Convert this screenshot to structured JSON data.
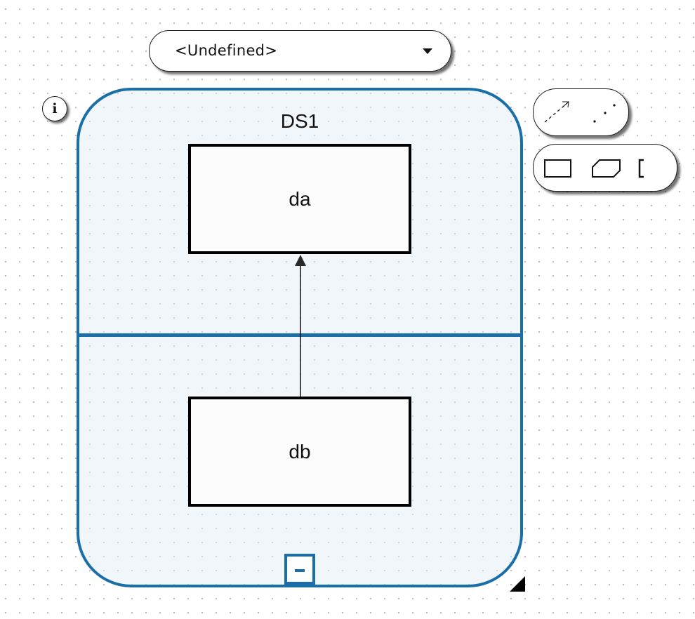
{
  "dropdown": {
    "value": "<Undefined>",
    "icon": "caret-down-icon"
  },
  "info_button": {
    "label": "i",
    "icon": "info-icon"
  },
  "connector_toolbar": {
    "tools": [
      {
        "name": "directed-connector",
        "icon": "dashed-arrow-icon"
      },
      {
        "name": "dotted-connector",
        "icon": "dotted-line-icon"
      }
    ]
  },
  "shape_toolbar": {
    "tools": [
      {
        "name": "rectangle",
        "icon": "rectangle-icon"
      },
      {
        "name": "chamfered-shape",
        "icon": "chamfered-rectangle-icon"
      },
      {
        "name": "bracket",
        "icon": "bracket-icon"
      }
    ]
  },
  "diagram": {
    "container": {
      "title": "DS1",
      "border_color": "#1b6fa8"
    },
    "blocks": [
      {
        "id": "da",
        "label": "da"
      },
      {
        "id": "db",
        "label": "db"
      }
    ],
    "connections": [
      {
        "from": "db",
        "to": "da"
      }
    ],
    "collapse_button": {
      "icon": "minus-icon"
    },
    "resize_handle": {
      "icon": "resize-corner-icon"
    }
  }
}
